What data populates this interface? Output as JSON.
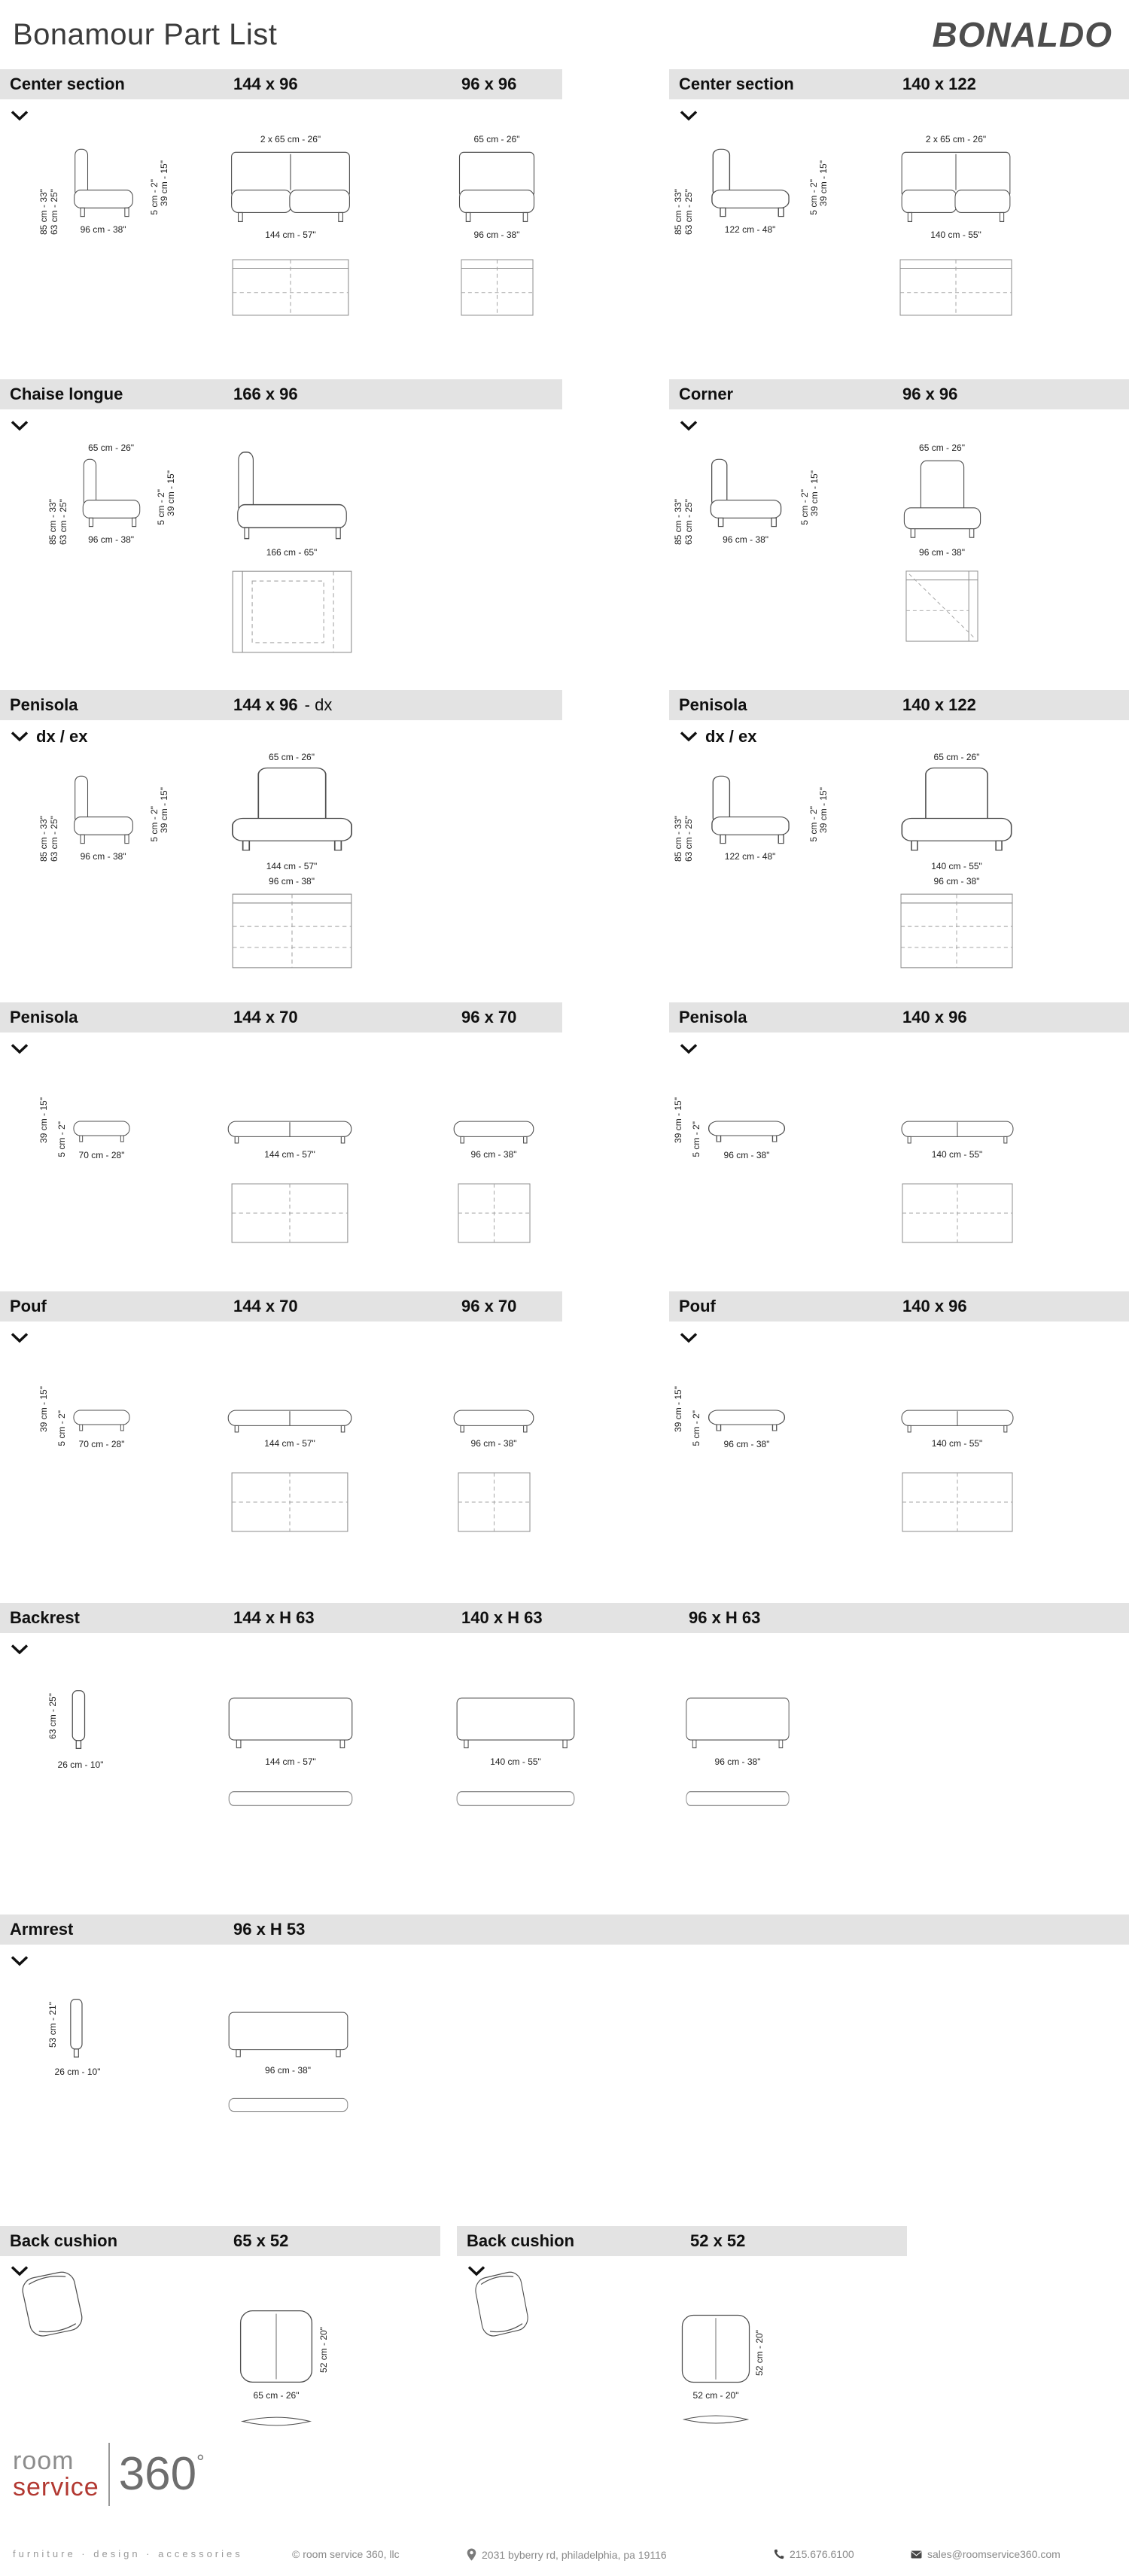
{
  "header": {
    "title": "Bonamour Part List",
    "brand": "BONALDO"
  },
  "sections": [
    {
      "title": "Center section",
      "dims": [
        "144 x 96",
        "96 x 96"
      ],
      "side": {
        "left": [
          "85 cm - 33\"",
          "63 cm - 25\""
        ],
        "right": [
          "5 cm - 2\"",
          "39 cm - 15\""
        ],
        "bottom": "96 cm - 38\""
      },
      "units": [
        {
          "top": "2 x 65 cm - 26\"",
          "bottom": "144 cm - 57\""
        },
        {
          "top": "65 cm - 26\"",
          "bottom": "96 cm - 38\""
        }
      ]
    },
    {
      "title": "Center section",
      "dims": [
        "140 x 122"
      ],
      "side": {
        "left": [
          "85 cm - 33\"",
          "63 cm - 25\""
        ],
        "right": [
          "5 cm - 2\"",
          "39 cm - 15\""
        ],
        "bottom": "122 cm - 48\""
      },
      "units": [
        {
          "top": "2 x 65 cm - 26\"",
          "bottom": "140 cm - 55\""
        }
      ]
    },
    {
      "title": "Chaise longue",
      "dims": [
        "166 x 96"
      ],
      "side": {
        "top": "65 cm - 26\"",
        "left": [
          "85 cm - 33\"",
          "63 cm - 25\""
        ],
        "right": [
          "5 cm - 2\"",
          "39 cm - 15\""
        ],
        "bottom": "96 cm - 38\""
      },
      "units": [
        {
          "bottom": "166 cm - 65\""
        }
      ]
    },
    {
      "title": "Corner",
      "dims": [
        "96 x 96"
      ],
      "side": {
        "left": [
          "85 cm - 33\"",
          "63 cm - 25\""
        ],
        "right": [
          "5 cm - 2\"",
          "39 cm - 15\""
        ],
        "bottom": "96 cm - 38\""
      },
      "units": [
        {
          "top": "65 cm - 26\"",
          "bottom": "96 cm - 38\""
        }
      ]
    },
    {
      "title": "Penisola",
      "dims": [
        "144 x 96"
      ],
      "dim_suffix": "- dx",
      "variant": "dx / ex",
      "side": {
        "left": [
          "85 cm - 33\"",
          "63 cm - 25\""
        ],
        "right": [
          "5 cm - 2\"",
          "39 cm - 15\""
        ],
        "bottom": "96 cm - 38\""
      },
      "units": [
        {
          "top": "65 cm - 26\"",
          "bottom": "144 cm - 57\"",
          "plan_top": "96 cm - 38\""
        }
      ]
    },
    {
      "title": "Penisola",
      "dims": [
        "140 x 122"
      ],
      "variant": "dx / ex",
      "side": {
        "left": [
          "85 cm - 33\"",
          "63 cm - 25\""
        ],
        "right": [
          "5 cm - 2\"",
          "39 cm - 15\""
        ],
        "bottom": "122 cm - 48\""
      },
      "units": [
        {
          "top": "65 cm - 26\"",
          "bottom": "140 cm - 55\"",
          "plan_top": "96 cm - 38\""
        }
      ]
    },
    {
      "title": "Penisola",
      "dims": [
        "144 x 70",
        "96 x 70"
      ],
      "side": {
        "left": [
          "39 cm - 15\"",
          "5 cm - 2\""
        ],
        "bottom": "70 cm - 28\""
      },
      "units": [
        {
          "bottom": "144 cm - 57\""
        },
        {
          "bottom": "96 cm - 38\""
        }
      ]
    },
    {
      "title": "Penisola",
      "dims": [
        "140 x 96"
      ],
      "side": {
        "left": [
          "39 cm - 15\"",
          "5 cm - 2\""
        ],
        "bottom": "96 cm - 38\""
      },
      "units": [
        {
          "bottom": "140 cm - 55\""
        }
      ]
    },
    {
      "title": "Pouf",
      "dims": [
        "144 x 70",
        "96 x 70"
      ],
      "side": {
        "left": [
          "39 cm - 15\"",
          "5 cm - 2\""
        ],
        "bottom": "70 cm - 28\""
      },
      "units": [
        {
          "bottom": "144 cm - 57\""
        },
        {
          "bottom": "96 cm - 38\""
        }
      ]
    },
    {
      "title": "Pouf",
      "dims": [
        "140 x 96"
      ],
      "side": {
        "left": [
          "39 cm - 15\"",
          "5 cm - 2\""
        ],
        "bottom": "96 cm - 38\""
      },
      "units": [
        {
          "bottom": "140 cm - 55\""
        }
      ]
    },
    {
      "title": "Backrest",
      "dims": [
        "144 x H 63",
        "140 x H 63",
        "96 x H 63"
      ],
      "side": {
        "left": [
          "63 cm - 25\""
        ],
        "bottom": "26 cm - 10\""
      },
      "units": [
        {
          "bottom": "144 cm - 57\""
        },
        {
          "bottom": "140 cm - 55\""
        },
        {
          "bottom": "96 cm - 38\""
        }
      ]
    },
    {
      "title": "Armrest",
      "dims": [
        "96 x H 53"
      ],
      "side": {
        "left": [
          "53 cm - 21\""
        ],
        "bottom": "26 cm - 10\""
      },
      "units": [
        {
          "bottom": "96 cm - 38\""
        }
      ]
    },
    {
      "title": "Back cushion",
      "dims": [
        "65 x 52"
      ],
      "units": [
        {
          "right": "52 cm - 20\"",
          "bottom": "65 cm - 26\""
        }
      ]
    },
    {
      "title": "Back cushion",
      "dims": [
        "52 x 52"
      ],
      "units": [
        {
          "right": "52 cm - 20\"",
          "bottom": "52 cm - 20\""
        }
      ]
    }
  ],
  "footer": {
    "logo": {
      "room": "room",
      "service": "service",
      "num": "360",
      "deg": "°"
    },
    "tagline": "furniture · design · accessories",
    "copyright": "© room service 360, llc",
    "address": "2031 byberry rd, philadelphia, pa 19116",
    "phone": "215.676.6100",
    "email": "sales@roomservice360.com"
  }
}
